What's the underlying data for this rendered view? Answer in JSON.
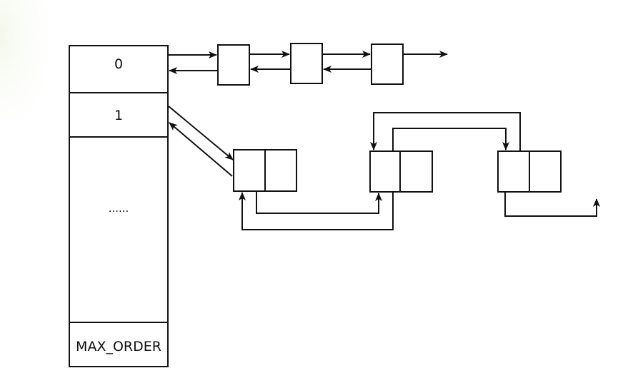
{
  "diagram": {
    "array_slots": [
      "0",
      "1",
      "......",
      "MAX_ORDER"
    ],
    "colors": {
      "background": "#ffffff",
      "corner_tint": "#f3f8ea",
      "stroke": "#111111"
    }
  }
}
